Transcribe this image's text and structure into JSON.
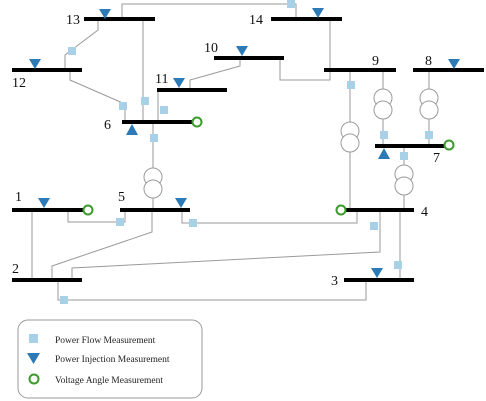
{
  "buses": [
    {
      "id": "bus-1",
      "label": "1"
    },
    {
      "id": "bus-2",
      "label": "2"
    },
    {
      "id": "bus-3",
      "label": "3"
    },
    {
      "id": "bus-4",
      "label": "4"
    },
    {
      "id": "bus-5",
      "label": "5"
    },
    {
      "id": "bus-6",
      "label": "6"
    },
    {
      "id": "bus-7",
      "label": "7"
    },
    {
      "id": "bus-8",
      "label": "8"
    },
    {
      "id": "bus-9",
      "label": "9"
    },
    {
      "id": "bus-10",
      "label": "10"
    },
    {
      "id": "bus-11",
      "label": "11"
    },
    {
      "id": "bus-12",
      "label": "12"
    },
    {
      "id": "bus-13",
      "label": "13"
    },
    {
      "id": "bus-14",
      "label": "14"
    }
  ],
  "legend": {
    "items": [
      {
        "key": "power-flow",
        "label": "Power Flow Measurement",
        "symbol": "square-icon"
      },
      {
        "key": "power-injection",
        "label": "Power Injection Measurement",
        "symbol": "down-triangle-icon"
      },
      {
        "key": "voltage-angle",
        "label": "Voltage Angle Measurement",
        "symbol": "circle-icon"
      }
    ]
  },
  "colors": {
    "busbar": "#000000",
    "line": "#9a9a9a",
    "power_flow": "#a8d0e6",
    "power_injection": "#2c7bb6",
    "voltage_angle": "#3a9b2a"
  }
}
